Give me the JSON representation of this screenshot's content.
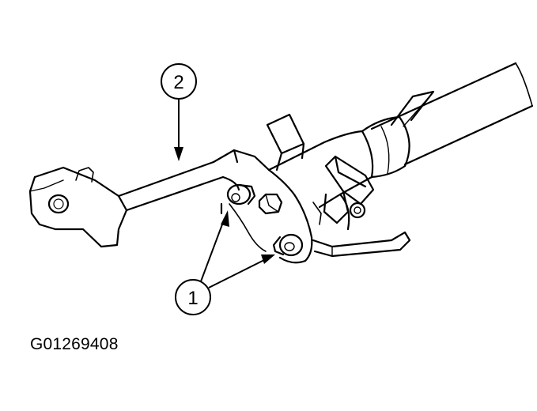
{
  "callouts": {
    "one": {
      "label": "1"
    },
    "two": {
      "label": "2"
    }
  },
  "figure_code": "G01269408",
  "colors": {
    "ink": "#000000",
    "paper": "#ffffff"
  }
}
